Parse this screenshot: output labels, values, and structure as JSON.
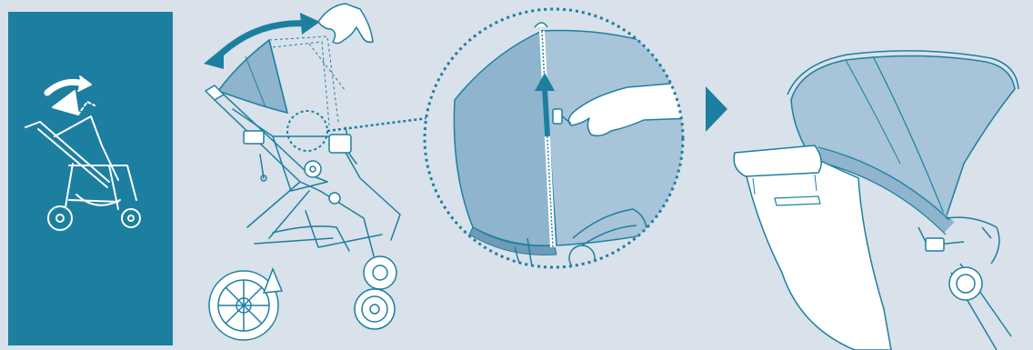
{
  "colors": {
    "background": "#d9e1ea",
    "panel": "#1d7fa0",
    "accent": "#1d7fa0",
    "canopy_fill": "#8fb4cd",
    "canopy_fill_light": "#a7c4d8",
    "line": "#1d7fa0",
    "white": "#ffffff"
  },
  "steps": [
    {
      "icon": "stroller-recline-icon"
    },
    {
      "icon": "stroller-canopy-adjust-illustration"
    },
    {
      "icon": "canopy-zip-detail-illustration"
    },
    {
      "icon": "next-step-arrow-icon"
    },
    {
      "icon": "canopy-extended-result-illustration"
    }
  ]
}
